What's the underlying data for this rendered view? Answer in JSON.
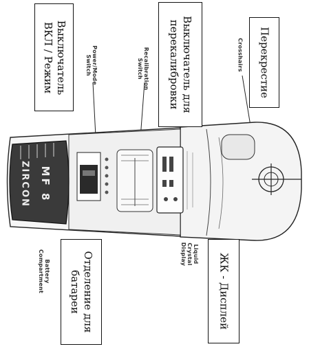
{
  "callouts": {
    "power_switch_ru_line1": "Выключатель",
    "power_switch_ru_line2": "ВКЛ / Режим",
    "recal_switch_ru_line1": "Выключатель для",
    "recal_switch_ru_line2": "перекалибровки",
    "crosshairs_ru": "Перекрестие",
    "battery_ru_line1": "Отделение для",
    "battery_ru_line2": "батареи",
    "lcd_ru": "ЖК - Дисплей"
  },
  "labels_en": {
    "power_line1": "Power/Mode",
    "power_line2": "Switch",
    "recal_line1": "Recalibration",
    "recal_line2": "Switch",
    "crosshairs": "Crosshairs",
    "battery_line1": "Battery",
    "battery_line2": "Compartment",
    "lcd_line1": "Liquid",
    "lcd_line2": "Crystal",
    "lcd_line3": "Display"
  },
  "device": {
    "model_text": "MF 8",
    "brand_text": "ZIRCON"
  }
}
